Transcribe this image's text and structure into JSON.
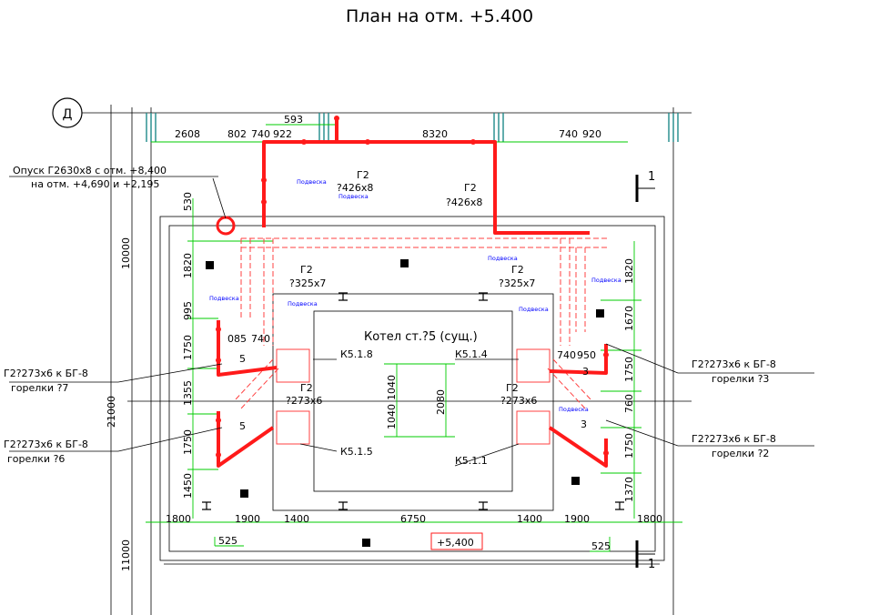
{
  "title": "План на отм. +5.400",
  "axis_label": "Д",
  "section_marker": "1",
  "elevation_mark": "+5,400",
  "boiler": "Котел ст.?5 (сущ.)",
  "notes": {
    "descent_line1": "Опуск Г2630х8 с отм. +8,400",
    "descent_line2": "на отм. +4,690 и +2,195"
  },
  "pipes": {
    "g2": "Г2",
    "d426": "?426х8",
    "d325": "?325х7",
    "d273": "?273х6"
  },
  "burners": {
    "b7_l1": "Г2?273х6 к БГ-8",
    "b7_l2": "горелки ?7",
    "b6_l1": "Г2?273х6 к БГ-8",
    "b6_l2": "горелки ?6",
    "b3_l1": "Г2?273х6 к БГ-8",
    "b3_l2": "горелки ?3",
    "b2_l1": "Г2?273х6 к БГ-8",
    "b2_l2": "горелки ?2"
  },
  "nodes": {
    "k518": "К5.1.8",
    "k514": "К5.1.4",
    "k515": "К5.1.5",
    "k511": "К5.1.1",
    "n5a": "5",
    "n5b": "5",
    "n3a": "3",
    "n3b": "3"
  },
  "hanger": "Подвеска",
  "dims_top": {
    "d2608": "2608",
    "d802": "802",
    "d740": "740",
    "d922": "922",
    "d593": "593",
    "d8320": "8320",
    "d740r": "740",
    "d920r": "920"
  },
  "dims_bottom": {
    "d1800l": "1800",
    "d1900l": "1900",
    "d1400l": "1400",
    "d6750": "6750",
    "d1400r": "1400",
    "d1900r": "1900",
    "d1800r": "1800",
    "d525l": "525",
    "d525r": "525"
  },
  "dims_left": {
    "d530": "530",
    "d1820": "1820",
    "d995": "995",
    "d1750a": "1750",
    "d1355": "1355",
    "d1750b": "1750",
    "d1450": "1450"
  },
  "dims_right": {
    "d1820": "1820",
    "d1670": "1670",
    "d1750a": "1750",
    "d760": "760",
    "d1750b": "1750",
    "d1370": "1370"
  },
  "dims_center": {
    "d1040a": "1040",
    "d1040b": "1040",
    "d2080": "2080",
    "d085": "085",
    "d740l": "740",
    "d740r": "740",
    "d950r": "950"
  },
  "dims_overall": {
    "d10000": "10000",
    "d21000": "21000",
    "d11000": "11000"
  }
}
